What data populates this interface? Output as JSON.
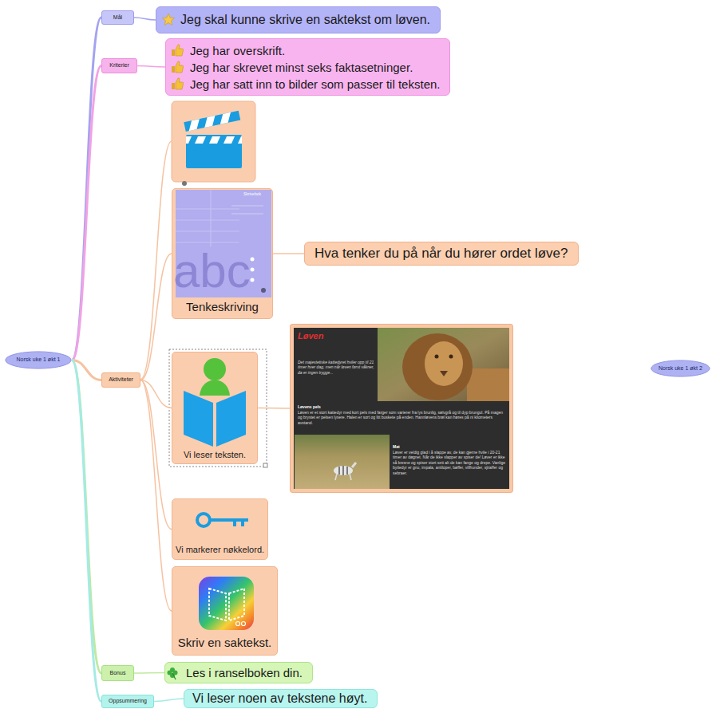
{
  "diagram": {
    "nodes": [
      {
        "text": [
          "Norsk uke 1 økt 1"
        ]
      },
      {
        "text": [
          "Mål"
        ]
      },
      {
        "text": [
          "Jeg skal kunne skrive en saktekst om løven."
        ]
      },
      {
        "text": [
          "Kriterier"
        ]
      },
      {
        "text": [
          "Jeg har overskrift.",
          "Jeg har skrevet minst seks faktasetninger.",
          "Jeg har satt inn to bilder som passer til teksten."
        ]
      },
      {
        "text": [
          "Aktiviteter"
        ]
      },
      {
        "text": [
          "Tenkeskriving"
        ]
      },
      {
        "text": [
          "Hva tenker du på når du hører ordet løve?"
        ]
      },
      {
        "text": [
          "Vi leser teksten."
        ]
      },
      {
        "text": [
          "Løven",
          "Det majestetiske kattedyret hviler opp til 21 timer hver dag, men når løven først våkner, da er ingen trygge...",
          "Løvens pels",
          "Løven er et stort kattedyr med kort pels med farger som varierer fra lys brunlig, sølvgrå og til dyp brungul. På magen og brystet er pelsen lysere. Halen er sort og litt buskete på enden. Hannløvens brøl kan høres på ni kilometers avstand.",
          "Mat",
          "Løver er veldig glad i å slappe av, de kan gjerne hvile i 20-21 timer av døgnet. Når de ikke slapper av spiser de! Løver er ikke så kresne og spiser stort sett alt de kan fange og drepe. Vanlige byttedyr er gnu, impala, antiloper, bøffer, villhunder, sjiraffer og sebraer."
        ]
      },
      {
        "text": [
          "Vi markerer nøkkelord."
        ]
      },
      {
        "text": [
          "Skriv en saktekst."
        ]
      },
      {
        "text": [
          "Bonus"
        ]
      },
      {
        "text": [
          "Les i ranselboken din."
        ]
      },
      {
        "text": [
          "Oppsummering"
        ]
      },
      {
        "text": [
          "Vi leser noen av tekstene høyt."
        ]
      },
      {
        "text": [
          "Norsk uke 1 økt 2"
        ]
      }
    ],
    "edges": [
      {
        "from": 0,
        "to": 1,
        "arrow": "none"
      },
      {
        "from": 1,
        "to": 2,
        "arrow": "none"
      },
      {
        "from": 0,
        "to": 3,
        "arrow": "none"
      },
      {
        "from": 3,
        "to": 4,
        "arrow": "none"
      },
      {
        "from": 0,
        "to": 5,
        "arrow": "none"
      },
      {
        "from": 5,
        "to": 6,
        "arrow": "none"
      },
      {
        "from": 6,
        "to": 7,
        "arrow": "none"
      },
      {
        "from": 5,
        "to": 8,
        "arrow": "none"
      },
      {
        "from": 8,
        "to": 9,
        "arrow": "none"
      },
      {
        "from": 5,
        "to": 10,
        "arrow": "none"
      },
      {
        "from": 5,
        "to": 11,
        "arrow": "none"
      },
      {
        "from": 0,
        "to": 12,
        "arrow": "none"
      },
      {
        "from": 12,
        "to": 13,
        "arrow": "none"
      },
      {
        "from": 0,
        "to": 14,
        "arrow": "none"
      },
      {
        "from": 14,
        "to": 15,
        "arrow": "none"
      }
    ],
    "labels": [
      "abc",
      "Skrivebok"
    ]
  }
}
